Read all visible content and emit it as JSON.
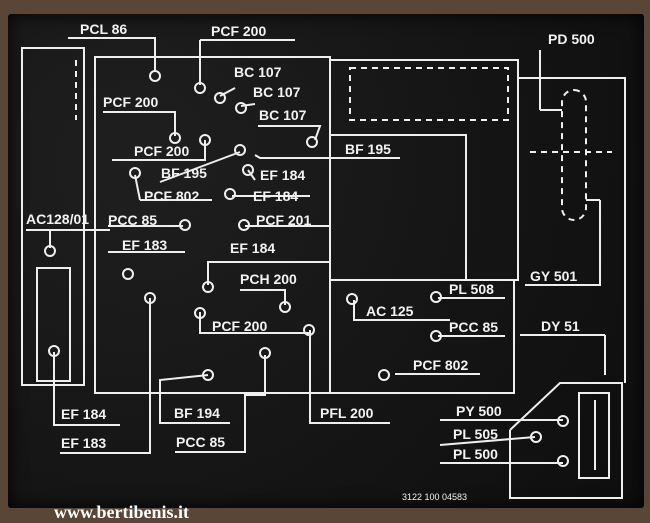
{
  "labels": {
    "pcl86": "PCL 86",
    "pcf200_top": "PCF 200",
    "bc107_a": "BC 107",
    "bc107_b": "BC 107",
    "bc107_c": "BC 107",
    "pcf200_b": "PCF 200",
    "pcf200_c": "PCF 200",
    "bf195_a": "BF 195",
    "bf195_b": "BF 195",
    "ef184_a": "EF 184",
    "ef184_b": "EF 184",
    "pcf802_a": "PCF 802",
    "pcc85_a": "PCC 85",
    "pcf201": "PCF 201",
    "ef183_a": "EF 183",
    "ef184_c": "EF 184",
    "pch200": "PCH 200",
    "pcf200_d": "PCF 200",
    "ac128": "AC128/01",
    "pd500": "PD 500",
    "gy501": "GY 501",
    "pl508": "PL 508",
    "ac125": "AC 125",
    "pcc85_b": "PCC 85",
    "dy51": "DY 51",
    "pcf802_b": "PCF 802",
    "ef184_d": "EF 184",
    "ef183_b": "EF 183",
    "bf194": "BF 194",
    "pcc85_c": "PCC 85",
    "pfl200": "PFL 200",
    "py500": "PY 500",
    "pl505": "PL 505",
    "pl500": "PL 500",
    "part_number": "3122 100 04583"
  },
  "watermark": "www.bertibenis.it",
  "colors": {
    "plate": "#141414",
    "ink": "#eeeeee",
    "background": "#5a4636"
  }
}
